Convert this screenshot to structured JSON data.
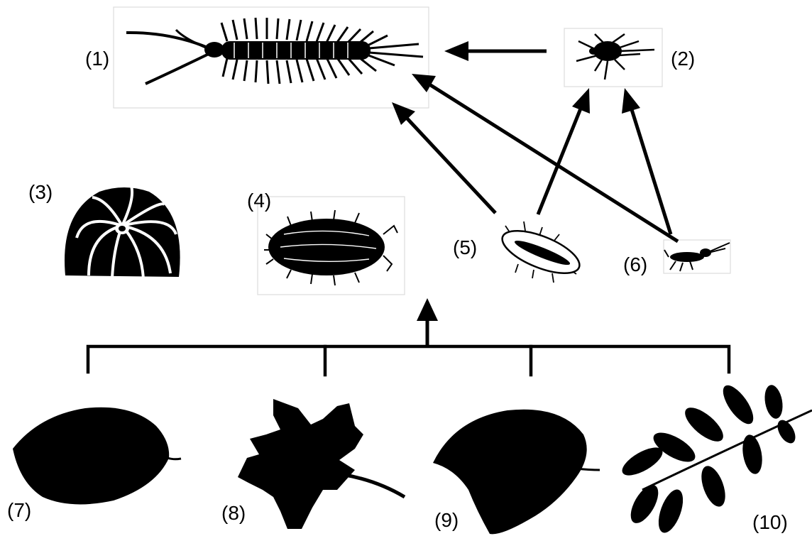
{
  "organisms": [
    {
      "id": "1",
      "label": "(1)",
      "icon": "centipede-icon"
    },
    {
      "id": "2",
      "label": "(2)",
      "icon": "mite-icon"
    },
    {
      "id": "3",
      "label": "(3)",
      "icon": "pill-millipede-icon"
    },
    {
      "id": "4",
      "label": "(4)",
      "icon": "woodlouse-icon"
    },
    {
      "id": "5",
      "label": "(5)",
      "icon": "springtail-larva-icon"
    },
    {
      "id": "6",
      "label": "(6)",
      "icon": "springtail-icon"
    },
    {
      "id": "7",
      "label": "(7)",
      "icon": "oval-leaf-icon"
    },
    {
      "id": "8",
      "label": "(8)",
      "icon": "maple-leaf-icon"
    },
    {
      "id": "9",
      "label": "(9)",
      "icon": "heart-leaf-icon"
    },
    {
      "id": "10",
      "label": "(10)",
      "icon": "compound-leaf-icon"
    }
  ],
  "links": [
    {
      "from": "2",
      "to": "1"
    },
    {
      "from": "5",
      "to": "1"
    },
    {
      "from": "6",
      "to": "1"
    },
    {
      "from": "5",
      "to": "2"
    },
    {
      "from": "6",
      "to": "2"
    },
    {
      "from": "7,8,9,10",
      "to": "4"
    }
  ],
  "colors": {
    "ink": "#000000",
    "frame": "#dcdcdc",
    "background": "#ffffff"
  }
}
